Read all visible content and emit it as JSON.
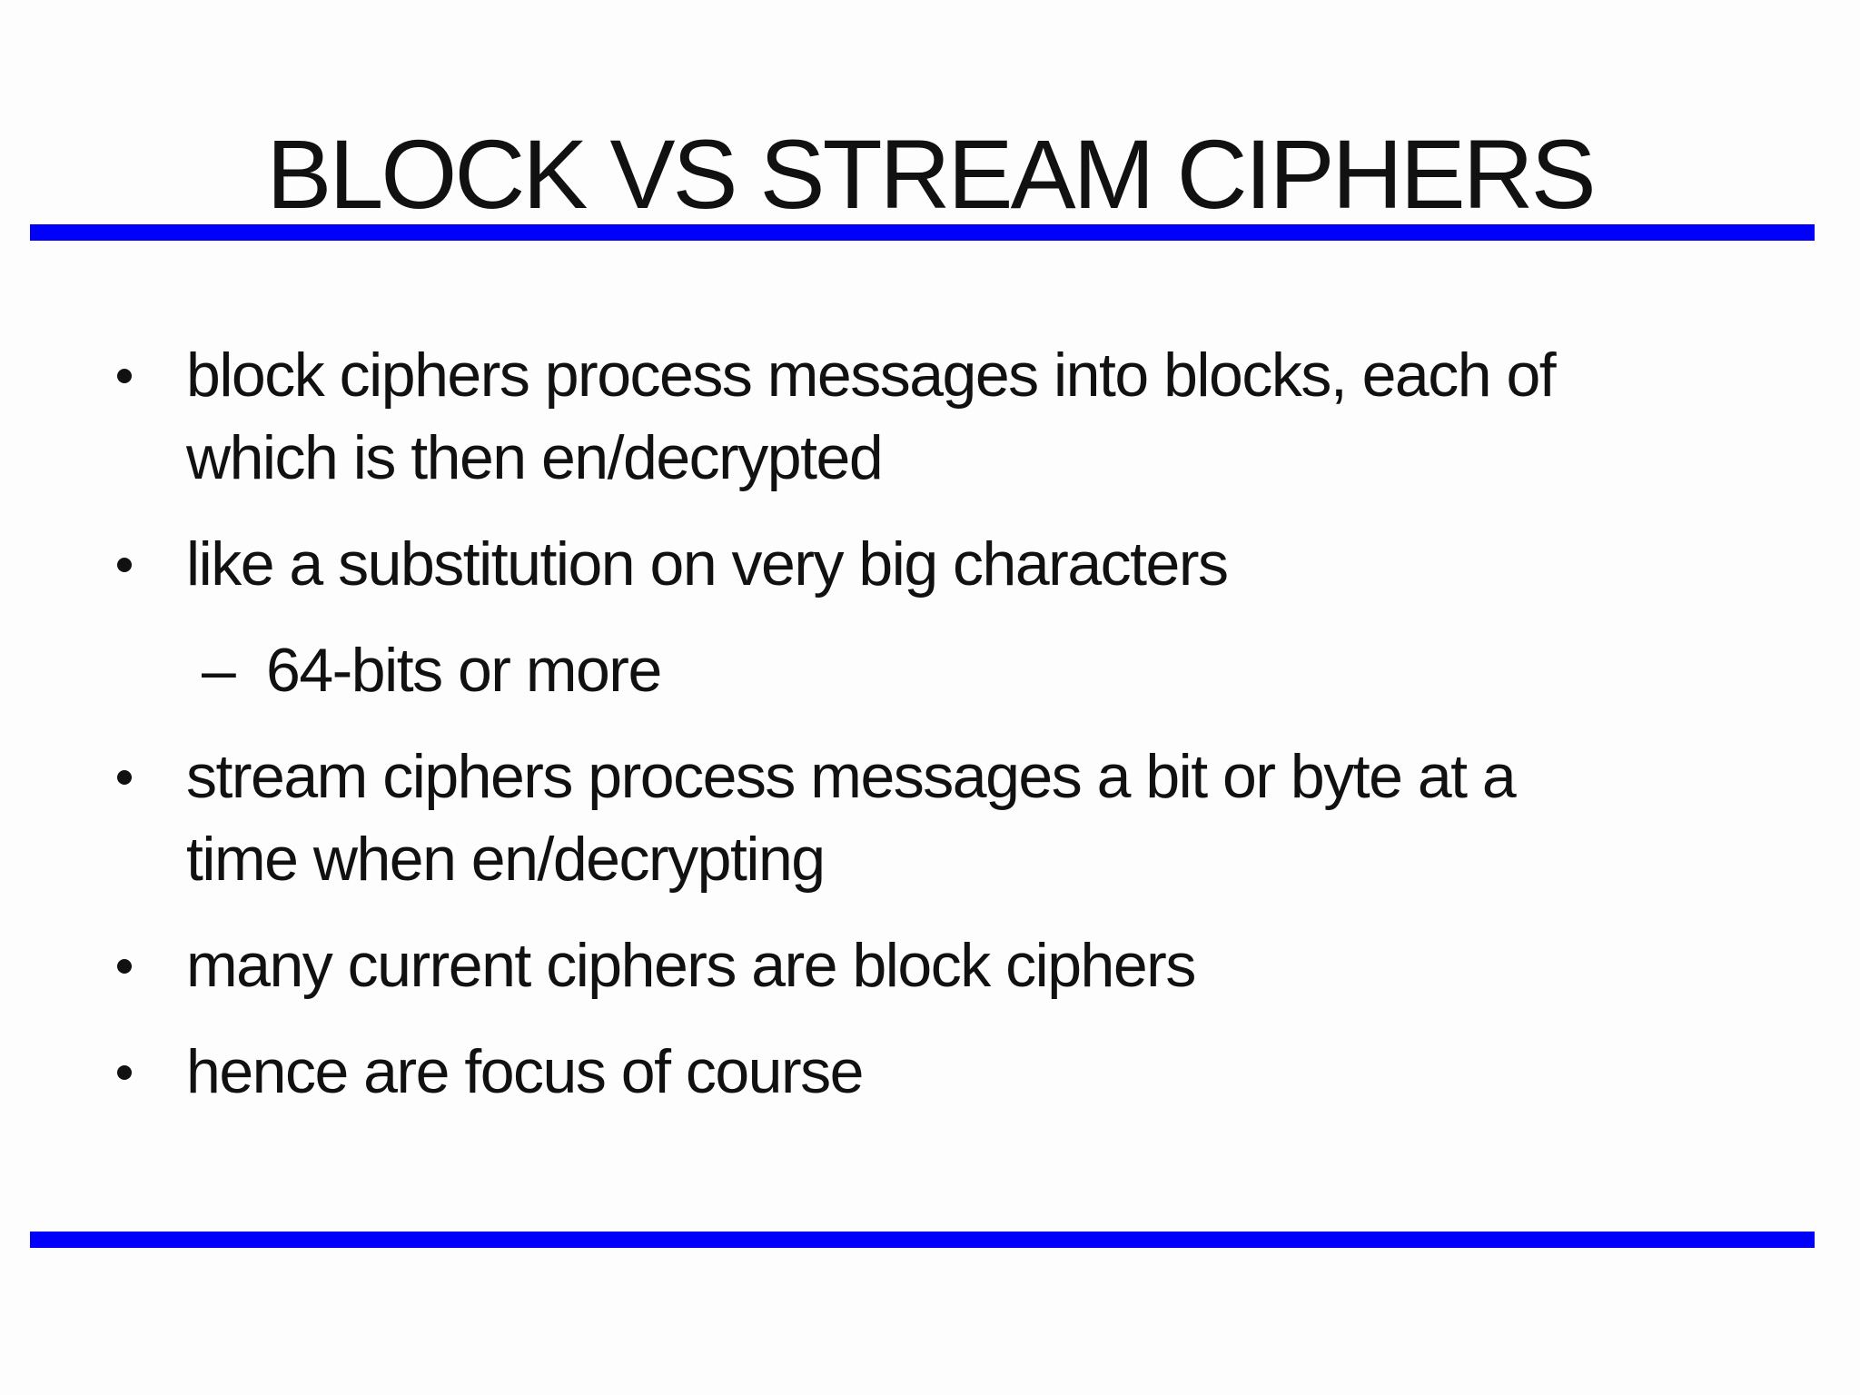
{
  "slide": {
    "title": "BLOCK VS STREAM CIPHERS",
    "colors": {
      "accent": "#0101fb",
      "text": "#111111",
      "background": "#fdfdfd"
    },
    "bullets": [
      {
        "level": 1,
        "marker": "dot",
        "text": "block ciphers process messages into blocks, each of\nwhich is then en/decrypted"
      },
      {
        "level": 1,
        "marker": "dot",
        "text": "like a substitution on very big characters"
      },
      {
        "level": 2,
        "marker": "–",
        "text": "64-bits or more"
      },
      {
        "level": 1,
        "marker": "dot",
        "text": "stream ciphers process messages a bit or byte at a\ntime when en/decrypting"
      },
      {
        "level": 1,
        "marker": "dot",
        "text": "many current ciphers are block ciphers"
      },
      {
        "level": 1,
        "marker": "dot",
        "text": "hence are focus of course"
      }
    ]
  }
}
